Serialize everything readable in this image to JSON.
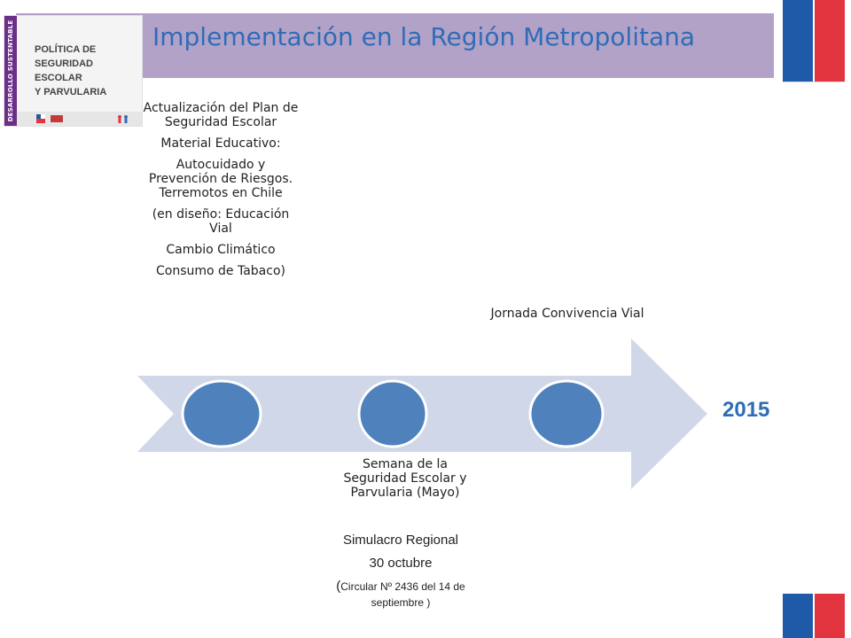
{
  "title": "Implementación en la Región Metropolitana",
  "logo": {
    "strip_text": "DESARROLLO SUSTENTABLE",
    "lines": [
      "POLÍTICA DE",
      "SEGURIDAD ESCOLAR",
      "Y PARVULARIA"
    ]
  },
  "timeline": {
    "year": "2015",
    "above_1": [
      "Actualización del Plan de Seguridad Escolar",
      "Material Educativo:",
      "Autocuidado y Prevención de Riesgos. Terremotos en Chile",
      "(en diseño: Educación Vial",
      "Cambio Climático",
      "Consumo de Tabaco)"
    ],
    "below_2": "Semana de la Seguridad Escolar y Parvularia (Mayo)",
    "below_2b": {
      "line1": "Simulacro Regional",
      "line2": "30 octubre",
      "line3_big": "(",
      "line3_small": "Circular Nº 2436 del 14 de septiembre )"
    },
    "above_3": "Jornada Convivencia Vial"
  },
  "colors": {
    "title_bar": "#b3a2c7",
    "title_text": "#2f6cb7",
    "arrow": "#d0d7e8",
    "milestone": "#4f81bd",
    "flag_blue": "#1f5aa8",
    "flag_red": "#e2343f"
  }
}
